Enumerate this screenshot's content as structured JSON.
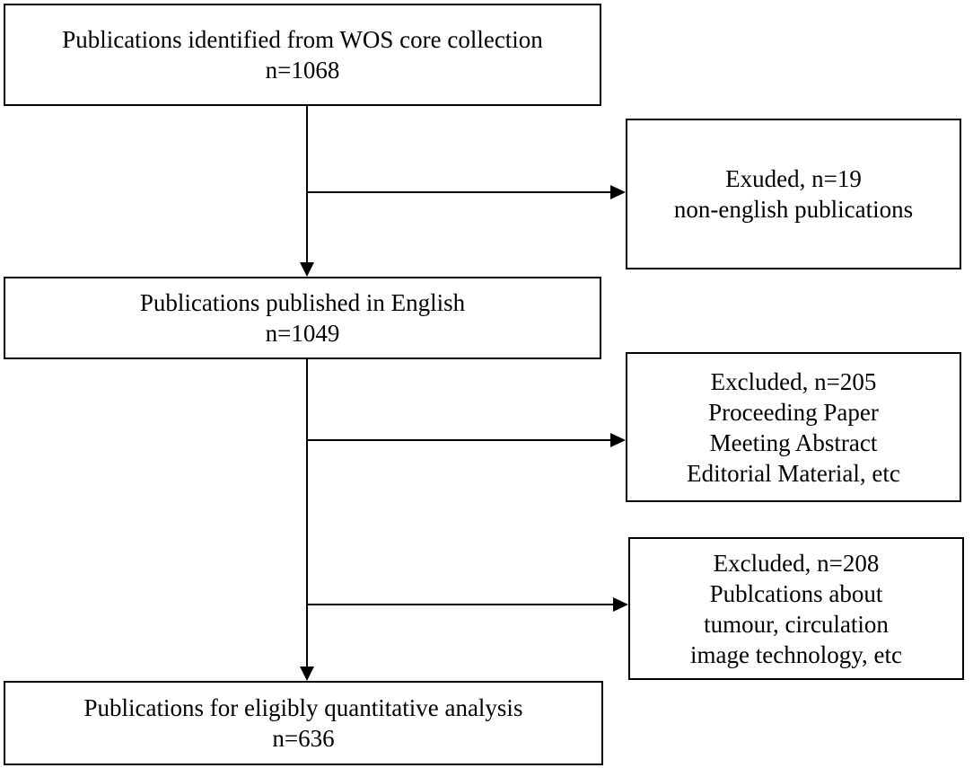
{
  "boxes": {
    "identified": {
      "lines": [
        "Publications identified from WOS core collection",
        "n=1068"
      ]
    },
    "excluded_language": {
      "lines": [
        "Exuded, n=19",
        "non-english publications"
      ]
    },
    "english": {
      "lines": [
        "Publications published in English",
        "n=1049"
      ]
    },
    "excluded_type": {
      "lines": [
        "Excluded, n=205",
        "Proceeding Paper",
        "Meeting Abstract",
        "Editorial Material, etc"
      ]
    },
    "excluded_topic": {
      "lines": [
        "Excluded, n=208",
        "Publcations about",
        "tumour, circulation",
        "image technology,  etc"
      ]
    },
    "final": {
      "lines": [
        "Publications for eligibly quantitative analysis",
        "n=636"
      ]
    }
  }
}
